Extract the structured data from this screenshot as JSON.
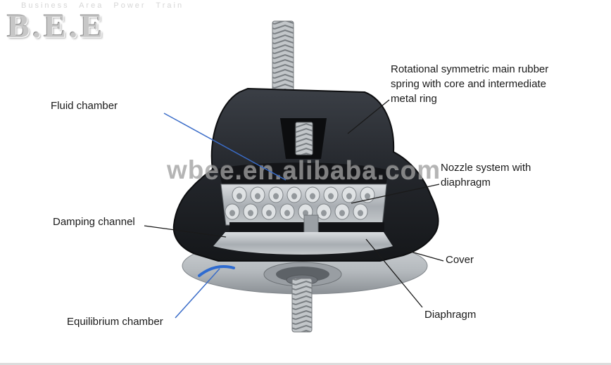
{
  "header": {
    "tagline": "Business Area Power Train",
    "logo": "B.E.E"
  },
  "watermark": "wbee.en.alibaba.com",
  "labels": {
    "fluid_chamber": "Fluid chamber",
    "rotational_spring": "Rotational symmetric main rubber spring with core and intermediate metal ring",
    "nozzle_system": "Nozzle system with diaphragm",
    "damping_channel": "Damping channel",
    "cover": "Cover",
    "diaphragm": "Diaphragm",
    "equilibrium_chamber": "Equilibrium chamber"
  },
  "colors": {
    "leader_line_black": "#1a1a1a",
    "leader_line_blue": "#3a6cc8",
    "watermark_gray": "#787878",
    "rubber_dark": "#23262b",
    "metal_gray": "#a8adb2"
  }
}
